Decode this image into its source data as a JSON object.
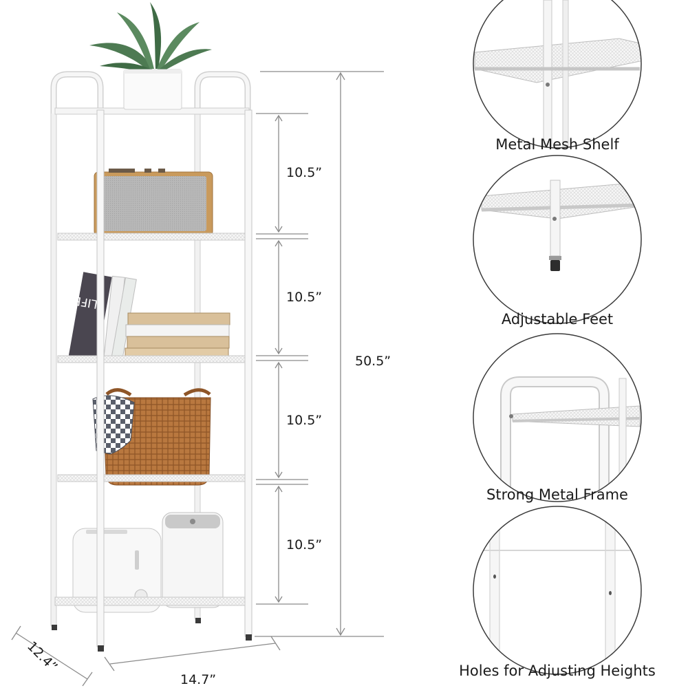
{
  "product": {
    "dimensions": {
      "shelf_gap_1": "10.5”",
      "shelf_gap_2": "10.5”",
      "shelf_gap_3": "10.5”",
      "shelf_gap_4": "10.5”",
      "total_height": "50.5”",
      "width": "14.7”",
      "depth": "12.4”"
    },
    "book_spine_text": "LIFE",
    "colors": {
      "frame": "#f4f4f4",
      "frame_stroke": "#c9c9c9",
      "plant": "#4d7a52",
      "basket": "#b9783f",
      "speaker_wood": "#c99a5c",
      "speaker_fabric": "#b8b8b8",
      "book_dark": "#4a4650",
      "dimension_lines": "#8a8a8a"
    }
  },
  "features": [
    {
      "label": "Metal Mesh Shelf",
      "icon": "mesh-shelf-closeup"
    },
    {
      "label": "Adjustable Feet",
      "icon": "adjustable-foot-closeup"
    },
    {
      "label": "Strong Metal Frame",
      "icon": "frame-handle-closeup"
    },
    {
      "label": "Holes for Adjusting Heights",
      "icon": "adjustment-holes-closeup"
    }
  ]
}
